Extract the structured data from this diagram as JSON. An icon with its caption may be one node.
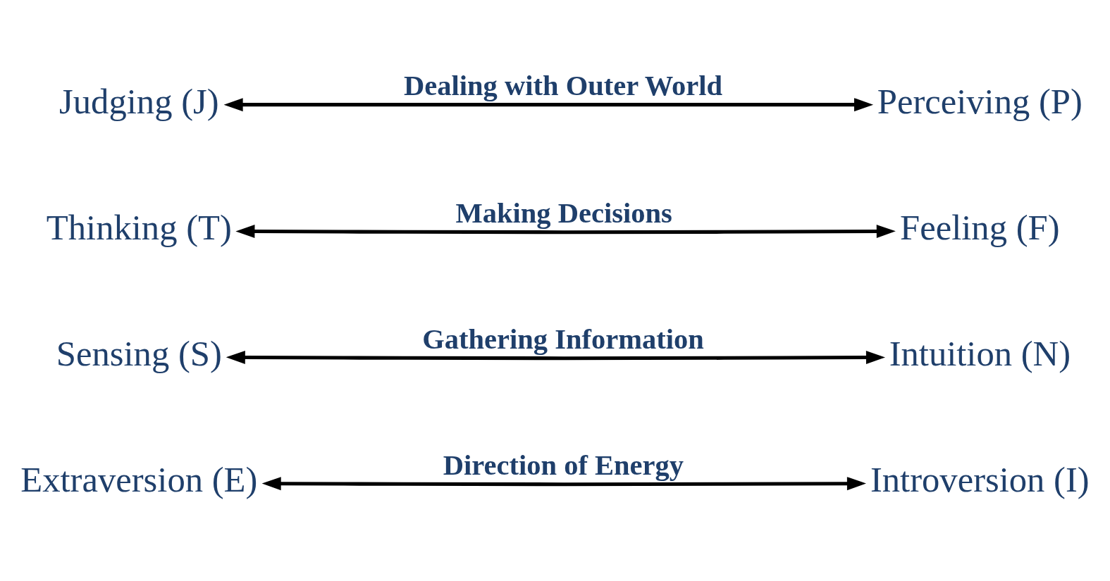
{
  "diagram": {
    "nodes": [
      {
        "text": [
          "Extraversion (E)"
        ]
      },
      {
        "text": [
          "Introversion (I)"
        ]
      },
      {
        "text": [
          "Sensing (S)"
        ]
      },
      {
        "text": [
          "Intuition (N)"
        ]
      },
      {
        "text": [
          "Thinking (T)"
        ]
      },
      {
        "text": [
          "Feeling (F)"
        ]
      },
      {
        "text": [
          "Judging (J)"
        ]
      },
      {
        "text": [
          "Perceiving (P)"
        ]
      }
    ],
    "edges": [
      {
        "from": 0,
        "to": 1,
        "arrow": "both",
        "label": "Direction of Energy"
      },
      {
        "from": 2,
        "to": 3,
        "arrow": "both",
        "label": "Gathering Information"
      },
      {
        "from": 4,
        "to": 5,
        "arrow": "both",
        "label": "Making Decisions"
      },
      {
        "from": 6,
        "to": 7,
        "arrow": "both",
        "label": "Dealing with Outer World"
      }
    ]
  }
}
